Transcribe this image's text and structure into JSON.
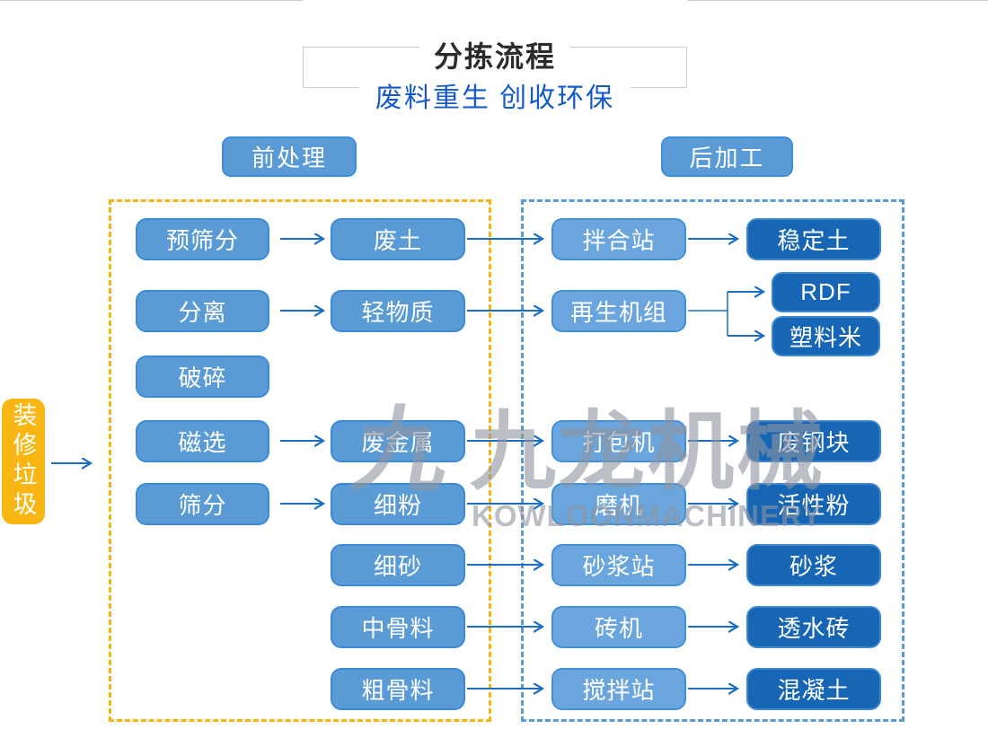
{
  "header": {
    "title": "分拣流程",
    "subtitle": "废料重生 创收环保"
  },
  "sections": {
    "pre_label": "前处理",
    "post_label": "后加工"
  },
  "source_label": "装修垃圾",
  "watermark": {
    "logo_glyph": "九",
    "cn": "九龙机械",
    "en": "KOWLOONMACHINERY"
  },
  "colors": {
    "node_fill": "#5b9bd5",
    "node_border": "#3b8ad6",
    "machine_fill": "#6ba5dd",
    "product_fill": "#1766b5",
    "product_border": "#3f87cf",
    "source_fill": "#f9b612",
    "pre_box_border": "#f7b314",
    "post_box_border": "#5b9bd5",
    "arrow": "#1b6ec2",
    "subtitle_text": "#1659c8"
  },
  "flow": {
    "rows": [
      {
        "process": "预筛分",
        "material": "废土",
        "machine": "拌合站",
        "products": [
          "稳定土"
        ]
      },
      {
        "process": "分离",
        "material": "轻物质",
        "machine": "再生机组",
        "products": [
          "RDF",
          "塑料米"
        ]
      },
      {
        "process": "破碎"
      },
      {
        "process": "磁选",
        "material": "废金属",
        "machine": "打包机",
        "products": [
          "废钢块"
        ]
      },
      {
        "process": "筛分",
        "material": "细粉",
        "machine": "磨机",
        "products": [
          "活性粉"
        ]
      },
      {
        "material": "细砂",
        "machine": "砂浆站",
        "products": [
          "砂浆"
        ]
      },
      {
        "material": "中骨料",
        "machine": "砖机",
        "products": [
          "透水砖"
        ]
      },
      {
        "material": "粗骨料",
        "machine": "搅拌站",
        "products": [
          "混凝土"
        ]
      }
    ]
  }
}
